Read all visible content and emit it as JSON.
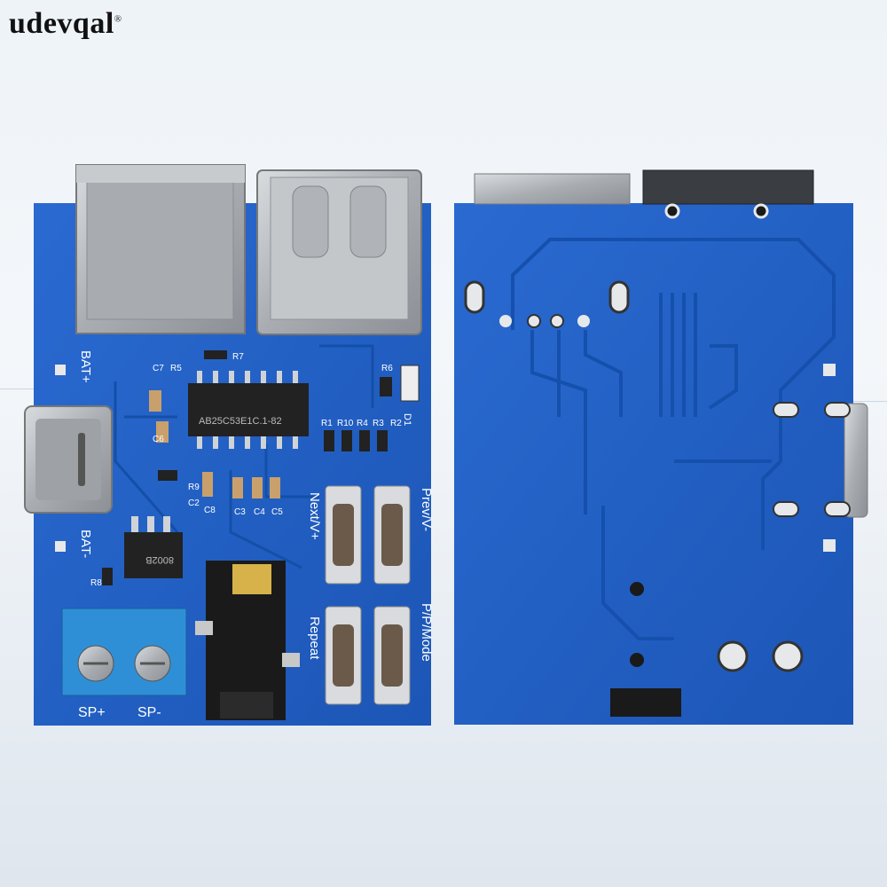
{
  "brand": {
    "name": "udevqal",
    "mark": "®"
  },
  "front_board": {
    "labels": {
      "bat_plus": "BAT+",
      "bat_minus": "BAT-",
      "sp_plus": "SP+",
      "sp_minus": "SP-",
      "next": "Next/V+",
      "prev": "Prev/V-",
      "repeat": "Repeat",
      "pp_mode": "P/P/Mode",
      "ic_main": "AB25C53E1C.1-82",
      "ic_amp": "8002B",
      "d1": "D1",
      "r7": "R7",
      "r5": "R5",
      "r6": "R6",
      "c7": "C7",
      "c6": "C6",
      "r1": "R1",
      "r10": "R10",
      "r4": "R4",
      "r3": "R3",
      "r2": "R2",
      "r9": "R9",
      "c2": "C2",
      "c8": "C8",
      "c3": "C3",
      "c4": "C4",
      "c5": "C5",
      "r8": "R8"
    }
  },
  "colors": {
    "pcb": "#1f5fc7",
    "pcb_dark": "#134a9e",
    "silk": "#ffffff",
    "metal": "#b9bcc0",
    "terminal": "#2f8fd6"
  }
}
